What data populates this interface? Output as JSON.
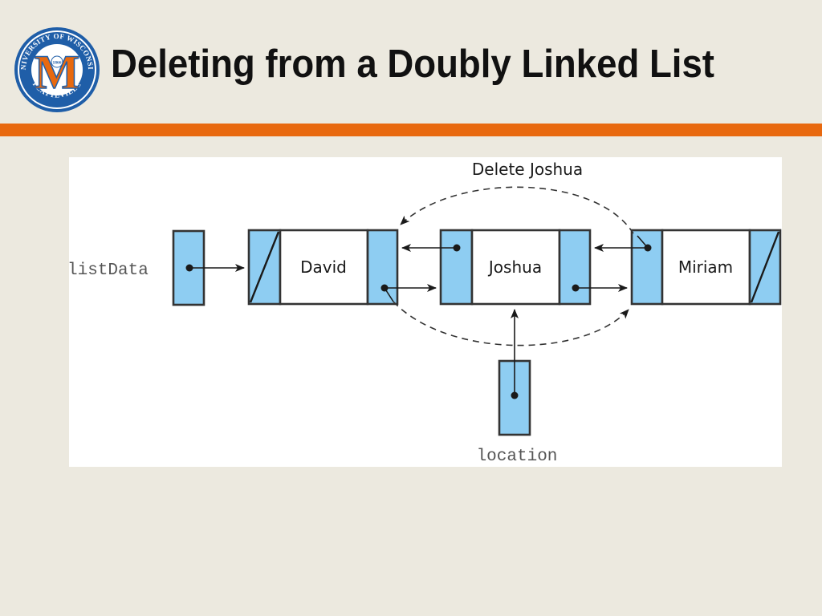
{
  "slide": {
    "title": "Deleting from a Doubly Linked List"
  },
  "logo": {
    "ring_text_top": "UNIVERSITY OF WISCONSIN",
    "ring_text_bottom": "PLATTEVILLE",
    "year": "1866",
    "monogram": "M"
  },
  "diagram": {
    "caption": "Delete Joshua",
    "pointers": {
      "list_data_label": "listData",
      "location_label": "location"
    },
    "nodes": [
      {
        "name": "David"
      },
      {
        "name": "Joshua"
      },
      {
        "name": "Miriam"
      }
    ]
  },
  "colors": {
    "background": "#ece9df",
    "accent_bar": "#e8690f",
    "cell_fill": "#8ecdf2",
    "ink": "#1a1a1a",
    "logo_blue": "#1f5ea8",
    "logo_orange": "#e8690f"
  }
}
